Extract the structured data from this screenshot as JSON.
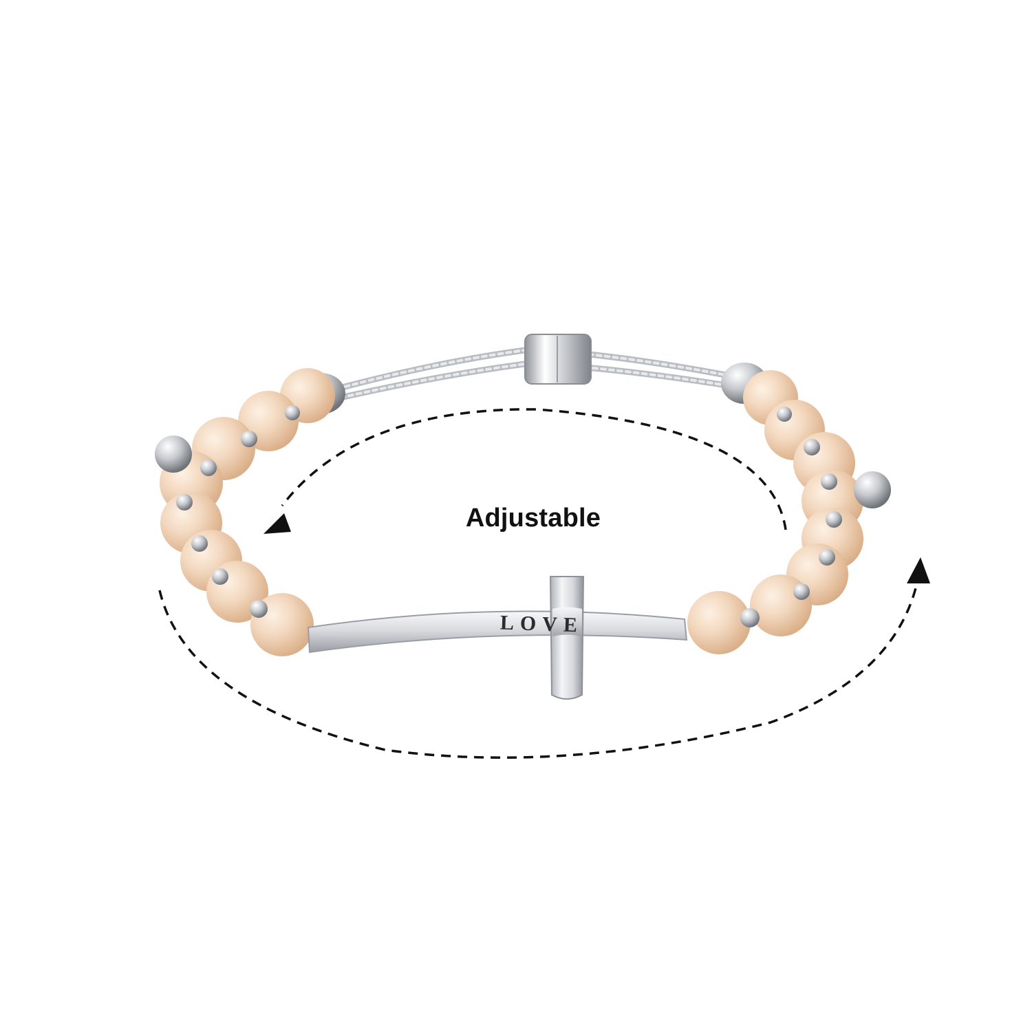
{
  "image": {
    "background_color": "#ffffff",
    "subject": "bracelet",
    "caption": "Adjustable",
    "engraving": "LOVE",
    "colors": {
      "bead": "#f3d8bf",
      "bead_shade": "#e1b995",
      "metal": "#c9cbcf",
      "metal_highlight": "#f4f5f7",
      "arrow": "#111111"
    }
  }
}
